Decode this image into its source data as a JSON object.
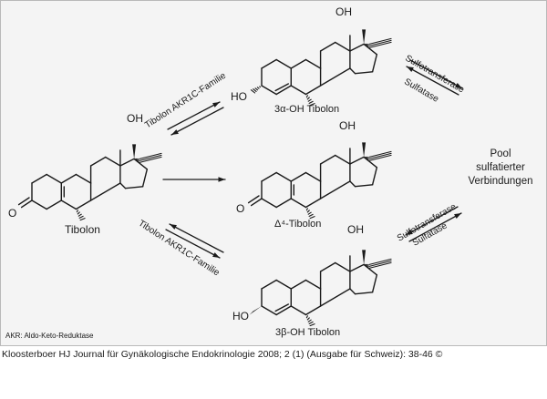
{
  "figure": {
    "molecules": {
      "tibolone": {
        "name": "Tibolon",
        "oh": "OH",
        "o": "O"
      },
      "three_alpha": {
        "name": "3α-OH Tibolon",
        "oh": "OH",
        "ho": "HO"
      },
      "delta4": {
        "name": "Δ⁴-Tibolon",
        "oh": "OH",
        "o": "O"
      },
      "three_beta": {
        "name": "3β-OH Tibolon",
        "oh": "OH",
        "ho": "HO"
      }
    },
    "enzymes": {
      "akr_upper": "Tibolon AKR1C-Familie",
      "akr_lower": "Tibolon AKR1C-Familie",
      "sulfo_upper": "Sulfotransferase",
      "sulfa_upper": "Sulfatase",
      "sulfo_lower": "Sulfotransferase",
      "sulfa_lower": "Sulfatase"
    },
    "pool_label": "Pool\nsulfatierter\nVerbindungen",
    "footnote": "AKR: Aldo-Keto-Reduktase"
  },
  "citation": "Kloosterboer HJ Journal für Gynäkologische Endokrinologie 2008; 2 (1) (Ausgabe für Schweiz): 38-46 ©"
}
